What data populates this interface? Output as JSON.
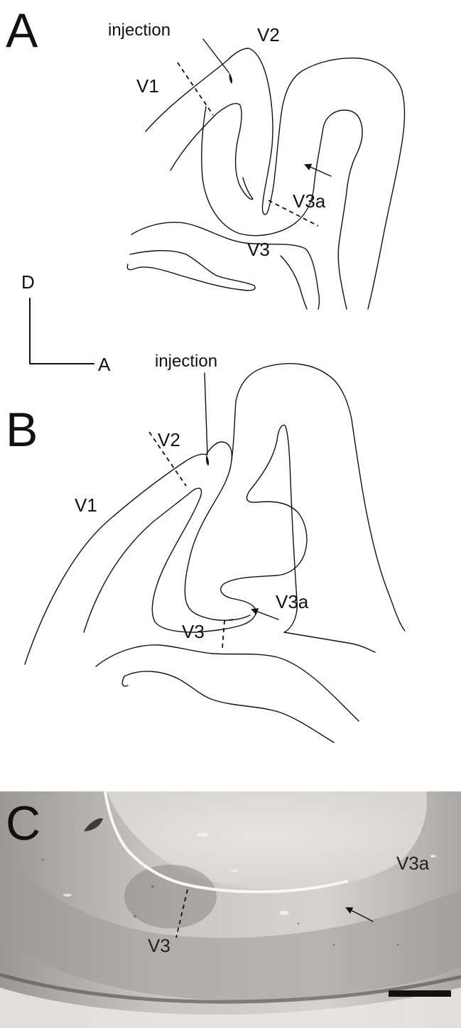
{
  "panel_a": {
    "letter": "A",
    "injection": "injection",
    "v1": "V1",
    "v2": "V2",
    "v3": "V3",
    "v3a": "V3a"
  },
  "orientation": {
    "dorsal": "D",
    "anterior": "A"
  },
  "panel_b": {
    "letter": "B",
    "injection": "injection",
    "v1": "V1",
    "v2": "V2",
    "v3": "V3",
    "v3a": "V3a"
  },
  "panel_c": {
    "letter": "C",
    "v3": "V3",
    "v3a": "V3a"
  },
  "colors": {
    "line": "#111111",
    "photo_background": "#d9d9d6",
    "photo_dark": "#8c8b89"
  }
}
